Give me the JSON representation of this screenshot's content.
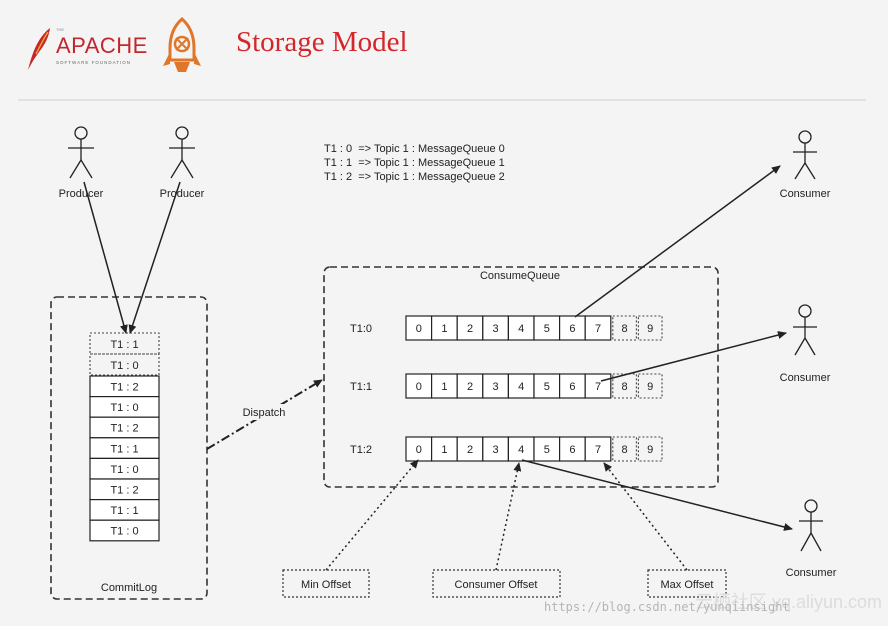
{
  "header": {
    "title": "Storage Model",
    "logo": {
      "the": "THE",
      "word": "APACHE",
      "foundation": "SOFTWARE FOUNDATION"
    }
  },
  "actors": {
    "producers": [
      "Producer",
      "Producer"
    ],
    "consumers": [
      "Consumer",
      "Consumer",
      "Consumer"
    ]
  },
  "legend": [
    "T1 : 0  => Topic 1 : MessageQueue 0",
    "T1 : 1  => Topic 1 : MessageQueue 1",
    "T1 : 2  => Topic 1 : MessageQueue 2"
  ],
  "commitlog": {
    "label": "CommitLog",
    "dotted_entries": [
      "T1 : 1",
      "T1 : 0"
    ],
    "entries": [
      "T1 : 2",
      "T1 : 0",
      "T1 : 2",
      "T1 : 1",
      "T1 : 0",
      "T1 : 2",
      "T1 : 1",
      "T1 : 0"
    ]
  },
  "dispatch_label": "Dispatch",
  "consumequeue": {
    "label": "ConsumeQueue",
    "queues": [
      {
        "name": "T1:0",
        "cells": [
          "0",
          "1",
          "2",
          "3",
          "4",
          "5",
          "6",
          "7"
        ],
        "dotted_cells": [
          "8",
          "9"
        ]
      },
      {
        "name": "T1:1",
        "cells": [
          "0",
          "1",
          "2",
          "3",
          "4",
          "5",
          "6",
          "7"
        ],
        "dotted_cells": [
          "8",
          "9"
        ]
      },
      {
        "name": "T1:2",
        "cells": [
          "0",
          "1",
          "2",
          "3",
          "4",
          "5",
          "6",
          "7"
        ],
        "dotted_cells": [
          "8",
          "9"
        ]
      }
    ]
  },
  "offsets": [
    "Min Offset",
    "Consumer Offset",
    "Max Offset"
  ],
  "watermark": {
    "logo_text": "云栖社区 yq.aliyun.com",
    "url": "https://blog.csdn.net/yunqiinsight"
  },
  "colors": {
    "title": "#d4262c",
    "apache_red": "#c2272d",
    "logo_orange": "#e0762a"
  }
}
